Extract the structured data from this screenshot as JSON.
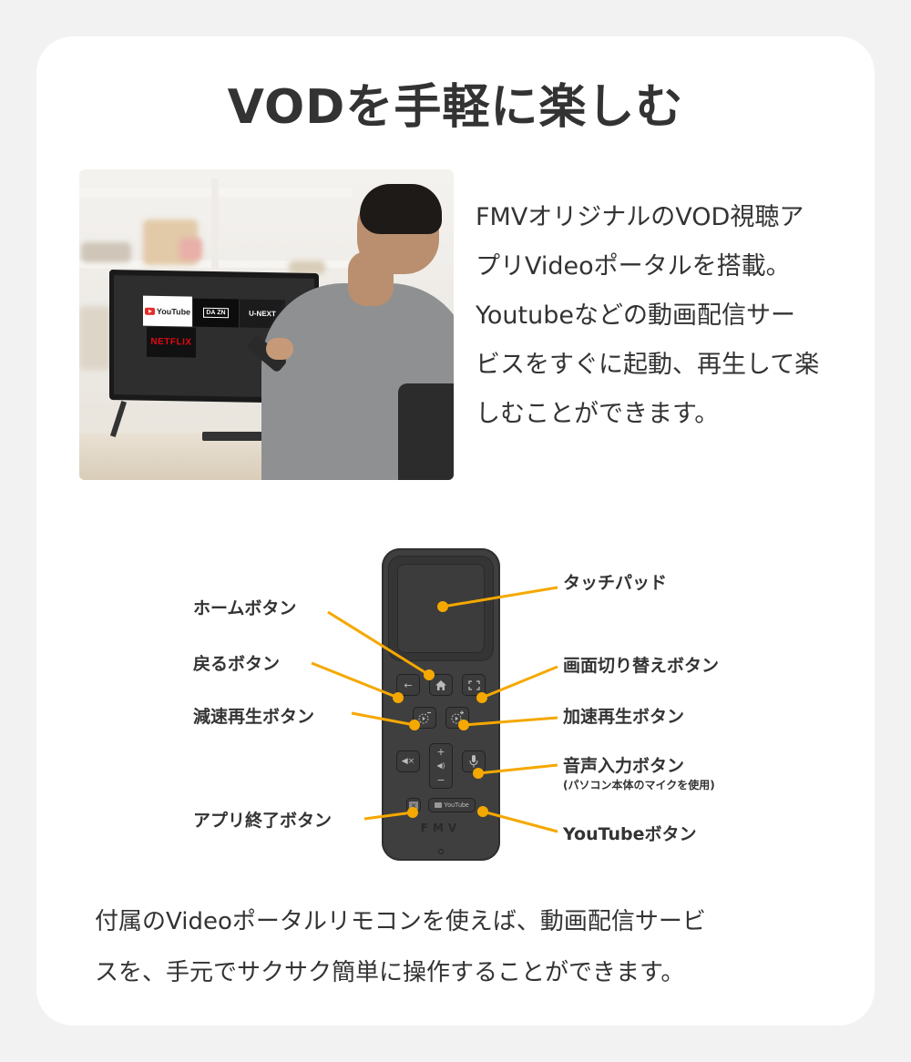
{
  "title": "VODを手軽に楽しむ",
  "description_lines": [
    "FMVオリジナルのVOD視聴ア",
    "プリVideoポータルを搭載。",
    "Youtubeなどの動画配信サー",
    "ビスをすぐに起動、再生して楽",
    "しむことができます。"
  ],
  "photo": {
    "tiles": {
      "youtube": "YouTube",
      "dazn": "DA ZN",
      "unext": "U-NEXT",
      "netflix": "NETFLIX"
    }
  },
  "remote": {
    "brand": "FMV",
    "youtube_button": "YouTube",
    "labels_left": {
      "home": "ホームボタン",
      "back": "戻るボタン",
      "slow": "減速再生ボタン",
      "exit": "アプリ終了ボタン"
    },
    "labels_right": {
      "touchpad": "タッチパッド",
      "screen_switch": "画面切り替えボタン",
      "fast": "加速再生ボタン",
      "voice": "音声入力ボタン",
      "voice_note": "(パソコン本体のマイクを使用)",
      "youtube": "YouTubeボタン"
    },
    "accent_color": "#f5a800"
  },
  "footer_lines": [
    "付属のVideoポータルリモコンを使えば、動画配信サービ",
    "スを、手元でサクサク簡単に操作することができます。"
  ]
}
